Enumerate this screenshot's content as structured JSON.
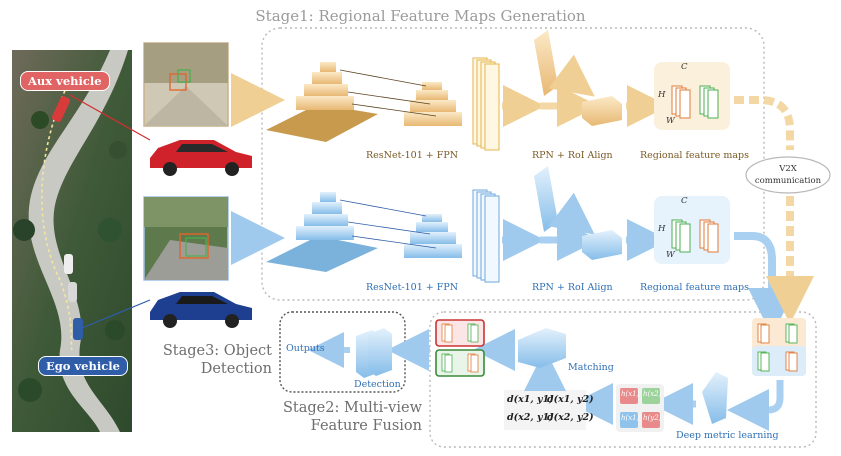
{
  "stage1": {
    "title": "Stage1: Regional Feature Maps Generation"
  },
  "stage2": {
    "title_line1": "Stage2: Multi-view",
    "title_line2": "Feature Fusion"
  },
  "stage3": {
    "title_line1": "Stage3: Object",
    "title_line2": "Detection"
  },
  "vehicles": {
    "aux": "Aux vehicle",
    "ego": "Ego vehicle"
  },
  "top_branch": {
    "backbone": "ResNet-101 + FPN",
    "rpn": "RPN + RoI Align",
    "regional": "Regional feature maps",
    "dims": {
      "c": "C",
      "h": "H",
      "w": "W"
    }
  },
  "bottom_branch": {
    "backbone": "ResNet-101 + FPN",
    "rpn": "RPN + RoI Align",
    "regional": "Regional feature maps",
    "dims": {
      "c": "C",
      "h": "H",
      "w": "W"
    }
  },
  "v2x": {
    "line1": "V2X",
    "line2": "communication"
  },
  "fusion": {
    "matching": "Matching",
    "deep_metric": "Deep metric learning",
    "distances": [
      "d(x1, y1)",
      "d(x1, y2)",
      "d(x2, y1)",
      "d(x2, y2)"
    ],
    "features": [
      "h(x1)",
      "h(x2)",
      "h(x1)",
      "h(y2)"
    ]
  },
  "detection": {
    "outputs": "Outputs",
    "detection": "Detection"
  },
  "colors": {
    "orange_flow": "#f3d7a4",
    "blue_flow": "#a9d0f1",
    "orange_map": "#e07b39",
    "green_map": "#4caf50",
    "red_box": "#c83434",
    "ego_blue": "#2f5da8",
    "aux_red": "#e06464"
  }
}
